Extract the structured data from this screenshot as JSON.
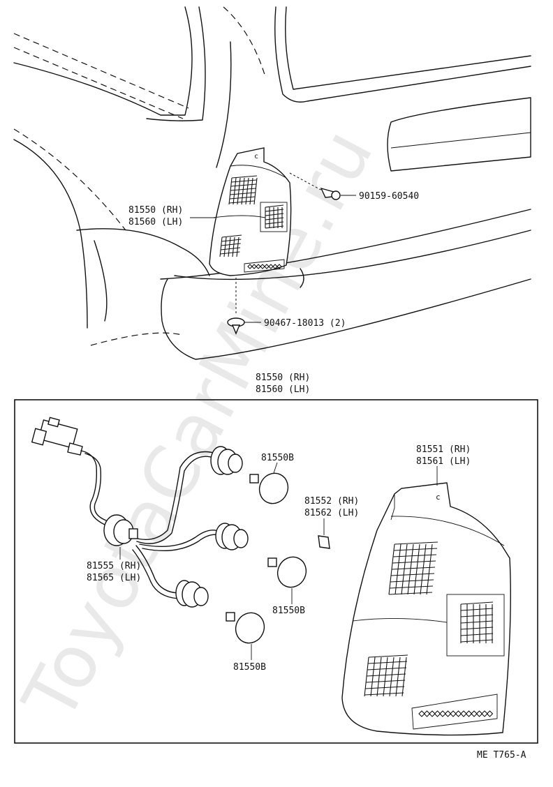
{
  "watermark": "ToyotaCarMine.ru",
  "vehicle_view": {
    "lamp_label_rh": "81550 (RH)",
    "lamp_label_lh": "81560 (LH)",
    "screw_label": "90159-60540",
    "clip_label": "90467-18013 (2)"
  },
  "assembly_header": {
    "rh": "81550 (RH)",
    "lh": "81560 (LH)"
  },
  "detail_view": {
    "wire_label_rh": "81555 (RH)",
    "wire_label_lh": "81565 (LH)",
    "bulb_labels": [
      "81550B",
      "81550B",
      "81550B"
    ],
    "gasket_label_rh": "81552 (RH)",
    "gasket_label_lh": "81562 (LH)",
    "lens_label_rh": "81551 (RH)",
    "lens_label_lh": "81561 (LH)"
  },
  "figure_code": "ME T765-A",
  "icons": [
    "screw-icon",
    "clip-icon",
    "connector-icon",
    "socket-icon",
    "bulb-icon",
    "gasket-icon",
    "lens-icon"
  ]
}
